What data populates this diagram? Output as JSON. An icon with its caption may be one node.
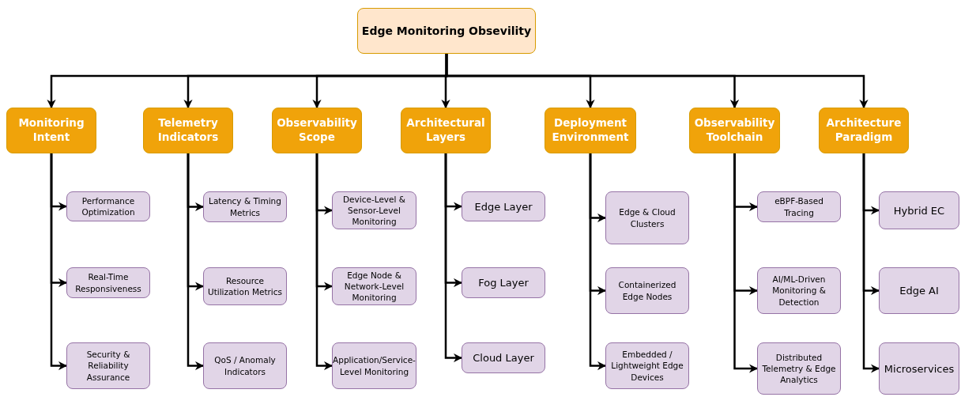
{
  "diagram": {
    "nodes": [
      {
        "text": [
          "Edge Monitoring Obsevility"
        ]
      },
      {
        "text": [
          "Monitoring Intent"
        ]
      },
      {
        "text": [
          "Telemetry Indicators"
        ]
      },
      {
        "text": [
          "Observability Scope"
        ]
      },
      {
        "text": [
          "Architectural Layers"
        ]
      },
      {
        "text": [
          "Deployment Environment"
        ]
      },
      {
        "text": [
          "Observability Toolchain"
        ]
      },
      {
        "text": [
          "Architecture Paradigm"
        ]
      },
      {
        "text": [
          "Performance Optimization"
        ]
      },
      {
        "text": [
          "Real-Time Responsiveness"
        ]
      },
      {
        "text": [
          "Security & Reliability Assurance"
        ]
      },
      {
        "text": [
          "Latency & Timing Metrics"
        ]
      },
      {
        "text": [
          "Resource Utilization Metrics"
        ]
      },
      {
        "text": [
          "QoS / Anomaly Indicators"
        ]
      },
      {
        "text": [
          "Device-Level & Sensor-Level Monitoring"
        ]
      },
      {
        "text": [
          "Edge Node & Network-Level Monitoring"
        ]
      },
      {
        "text": [
          "Application/Service-Level Monitoring"
        ]
      },
      {
        "text": [
          "Edge Layer"
        ]
      },
      {
        "text": [
          "Fog Layer"
        ]
      },
      {
        "text": [
          "Cloud Layer"
        ]
      },
      {
        "text": [
          "Edge & Cloud Clusters"
        ]
      },
      {
        "text": [
          "Containerized Edge Nodes"
        ]
      },
      {
        "text": [
          "Embedded / Lightweight Edge Devices"
        ]
      },
      {
        "text": [
          "eBPF-Based Tracing"
        ]
      },
      {
        "text": [
          "AI/ML-Driven Monitoring & Detection"
        ]
      },
      {
        "text": [
          "Distributed Telemetry & Edge Analytics"
        ]
      },
      {
        "text": [
          "Hybrid EC"
        ]
      },
      {
        "text": [
          "Edge AI"
        ]
      },
      {
        "text": [
          "Microservices"
        ]
      }
    ],
    "edges": [
      {
        "from": 0,
        "to": 1,
        "arrow": "to"
      },
      {
        "from": 0,
        "to": 2,
        "arrow": "to"
      },
      {
        "from": 0,
        "to": 3,
        "arrow": "to"
      },
      {
        "from": 0,
        "to": 4,
        "arrow": "to"
      },
      {
        "from": 0,
        "to": 5,
        "arrow": "to"
      },
      {
        "from": 0,
        "to": 6,
        "arrow": "to"
      },
      {
        "from": 0,
        "to": 7,
        "arrow": "to"
      },
      {
        "from": 1,
        "to": 8,
        "arrow": "to"
      },
      {
        "from": 1,
        "to": 9,
        "arrow": "to"
      },
      {
        "from": 1,
        "to": 10,
        "arrow": "to"
      },
      {
        "from": 2,
        "to": 11,
        "arrow": "to"
      },
      {
        "from": 2,
        "to": 12,
        "arrow": "to"
      },
      {
        "from": 2,
        "to": 13,
        "arrow": "to"
      },
      {
        "from": 3,
        "to": 14,
        "arrow": "to"
      },
      {
        "from": 3,
        "to": 15,
        "arrow": "to"
      },
      {
        "from": 3,
        "to": 16,
        "arrow": "to"
      },
      {
        "from": 4,
        "to": 17,
        "arrow": "to"
      },
      {
        "from": 4,
        "to": 18,
        "arrow": "to"
      },
      {
        "from": 4,
        "to": 19,
        "arrow": "to"
      },
      {
        "from": 5,
        "to": 20,
        "arrow": "to"
      },
      {
        "from": 5,
        "to": 21,
        "arrow": "to"
      },
      {
        "from": 5,
        "to": 22,
        "arrow": "to"
      },
      {
        "from": 6,
        "to": 23,
        "arrow": "to"
      },
      {
        "from": 6,
        "to": 24,
        "arrow": "to"
      },
      {
        "from": 6,
        "to": 25,
        "arrow": "to"
      },
      {
        "from": 7,
        "to": 26,
        "arrow": "to"
      },
      {
        "from": 7,
        "to": 27,
        "arrow": "to"
      },
      {
        "from": 7,
        "to": 28,
        "arrow": "to"
      }
    ]
  }
}
